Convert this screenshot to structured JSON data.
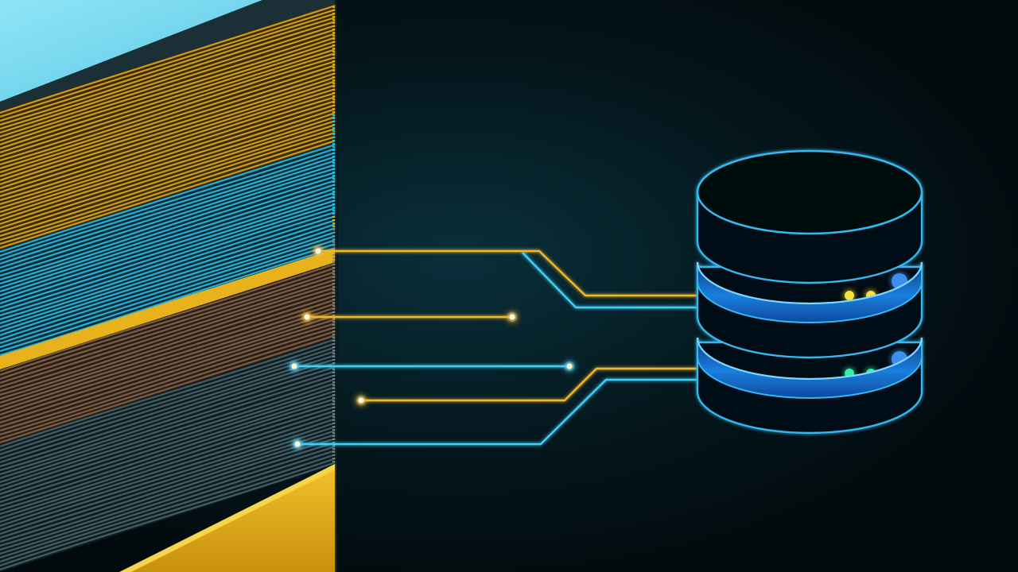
{
  "colors": {
    "background": "#020a0d",
    "background_glow": "#0a3340",
    "gold": "#e8b21d",
    "gold_line": "#f0b828",
    "cyan": "#2ec8ee",
    "cyan_line": "#3fd0f5",
    "sky_top": "#7fdcf2",
    "tan_stripe": "#8a6a50",
    "dark_stripe": "#4c6a72",
    "db_outline": "#35b8f0",
    "db_band": "#1a7fdc",
    "led_yellow": "#f4e43a",
    "led_green": "#2ef0a6",
    "led_blue": "#3a8ff0"
  },
  "icons": {
    "layer_stack": "layered-data-block-illustration",
    "database": "database-server-icon"
  },
  "database": {
    "tiers": 3,
    "tier_leds": [
      [
        "led_yellow",
        "led_yellow",
        "led_blue"
      ],
      [
        "led_yellow",
        "led_yellow",
        "led_blue"
      ],
      [
        "led_green",
        "led_green",
        "led_blue"
      ]
    ]
  },
  "connectors": [
    {
      "color": "gold_line",
      "linked": true
    },
    {
      "color": "cyan_line",
      "linked": true
    },
    {
      "color": "gold_line",
      "linked": false
    },
    {
      "color": "cyan_line",
      "linked": false
    },
    {
      "color": "gold_line",
      "linked": true
    },
    {
      "color": "cyan_line",
      "linked": true
    }
  ]
}
